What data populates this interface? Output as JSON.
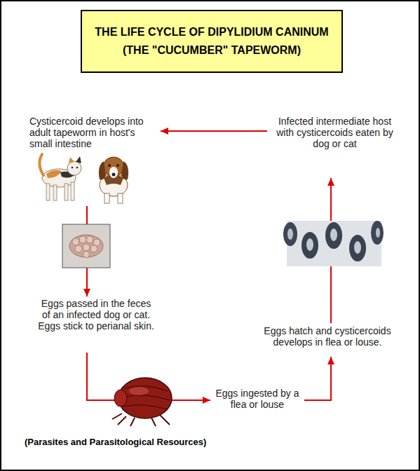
{
  "diagram": {
    "title": "THE LIFE CYCLE OF DIPYLIDIUM CANINUM (THE \"CUCUMBER\" TAPEWORM)",
    "nodes": [
      {
        "text": [
          "Cysticercoid develops into adult tapeworm in host's small intestine"
        ]
      },
      {
        "text": [
          "Infected intermediate host with cysticercoids eaten by dog or cat"
        ]
      },
      {
        "text": [
          "Eggs passed in the feces of an infected dog or cat. Eggs stick to perianal skin."
        ]
      },
      {
        "text": [
          "Eggs ingested by a flea or louse"
        ]
      },
      {
        "text": [
          "Eggs hatch and cysticercoids develops in flea or louse."
        ]
      }
    ],
    "edges": [
      {
        "from": 1,
        "to": 0,
        "arrow": "to"
      },
      {
        "from": 0,
        "to": 2,
        "arrow": "to"
      },
      {
        "from": 2,
        "to": 3,
        "arrow": "to"
      },
      {
        "from": 3,
        "to": 4,
        "arrow": "to"
      },
      {
        "from": 4,
        "to": 1,
        "arrow": "to"
      }
    ],
    "labels": [
      "(Parasites and Parasitological Resources)"
    ]
  }
}
